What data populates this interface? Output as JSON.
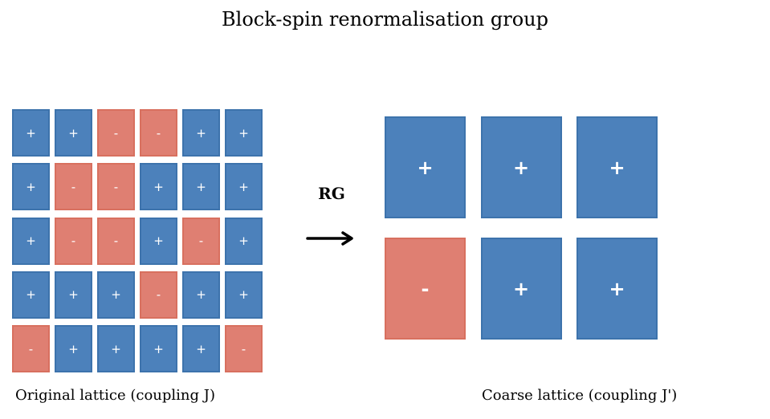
{
  "title": "Block-spin renormalisation group",
  "rg_label": "RG",
  "fine_lattice": {
    "caption": "Original lattice (coupling J)",
    "rows": [
      [
        "+",
        "+",
        "-",
        "-",
        "+",
        "+"
      ],
      [
        "+",
        "-",
        "-",
        "+",
        "+",
        "+"
      ],
      [
        "+",
        "-",
        "-",
        "+",
        "-",
        "+"
      ],
      [
        "+",
        "+",
        "+",
        "-",
        "+",
        "+"
      ],
      [
        "-",
        "+",
        "+",
        "+",
        "+",
        "-"
      ]
    ]
  },
  "coarse_lattice": {
    "caption": "Coarse lattice (coupling J')",
    "rows": [
      [
        "+",
        "+",
        "+"
      ],
      [
        "-",
        "+",
        "+"
      ]
    ]
  },
  "colors": {
    "spin_up": "#4c81bb",
    "spin_down": "#df7f72"
  }
}
